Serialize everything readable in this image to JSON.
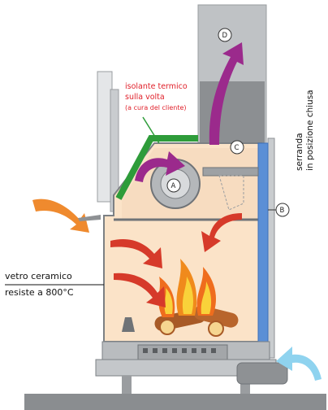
{
  "labels": {
    "insulation_line1": "isolante termico",
    "insulation_line2": "sulla volta",
    "insulation_line3": "(a cura del cliente)",
    "damper_line1": "serranda",
    "damper_line2": "in posizione chiusa",
    "glass_line1": "vetro ceramico",
    "glass_line2": "resiste a 800°C"
  },
  "markers": {
    "a": "A",
    "b": "B",
    "c": "C",
    "d": "D"
  },
  "colors": {
    "chamber": "#fbe3c8",
    "steel": "#b9bcbf",
    "steel_dark": "#7c8084",
    "insulation": "#2e9c3a",
    "glass": "#5b8fd6",
    "arrow_purple": "#9b2a8c",
    "arrow_red": "#d63a2a",
    "arrow_orange": "#ef8a2e",
    "arrow_blue": "#8fd3ef"
  }
}
